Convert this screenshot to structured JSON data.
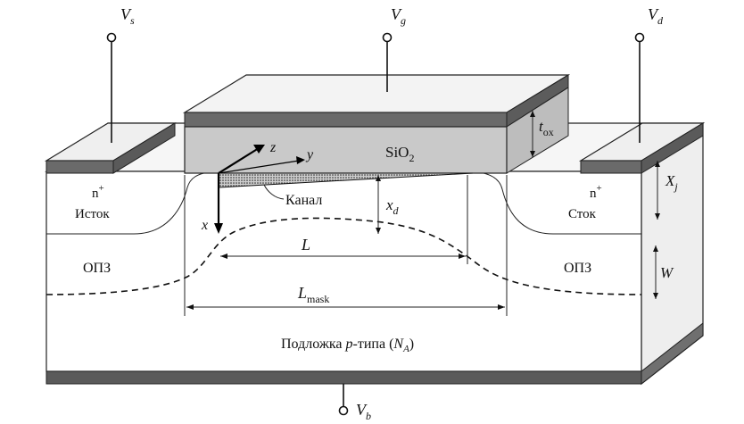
{
  "terminals": {
    "source": {
      "main": "V",
      "sub": "s"
    },
    "gate": {
      "main": "V",
      "sub": "g"
    },
    "drain": {
      "main": "V",
      "sub": "d"
    },
    "body": {
      "main": "V",
      "sub": "b"
    }
  },
  "oxide": {
    "main": "SiO",
    "sub": "2"
  },
  "oxide_thickness": {
    "main": "t",
    "sub": "ox"
  },
  "source_region": {
    "doping_main": "n",
    "doping_sup": "+",
    "name": "Исток"
  },
  "drain_region": {
    "doping_main": "n",
    "doping_sup": "+",
    "name": "Сток"
  },
  "junction_depth": {
    "main": "X",
    "sub": "j"
  },
  "channel_label": "Канал",
  "depletion_depth": {
    "main": "x",
    "sub": "d"
  },
  "axes": {
    "x": "x",
    "y": "y",
    "z": "z"
  },
  "channel_length": "L",
  "mask_length": {
    "main": "L",
    "sub": "mask"
  },
  "depletion_left": "ОПЗ",
  "depletion_right": "ОПЗ",
  "depletion_width": "W",
  "substrate": {
    "prefix": "Подложка ",
    "type_italic": "p",
    "suffix": "-типа (",
    "dop_main": "N",
    "dop_sub": "A",
    "close": ")"
  }
}
